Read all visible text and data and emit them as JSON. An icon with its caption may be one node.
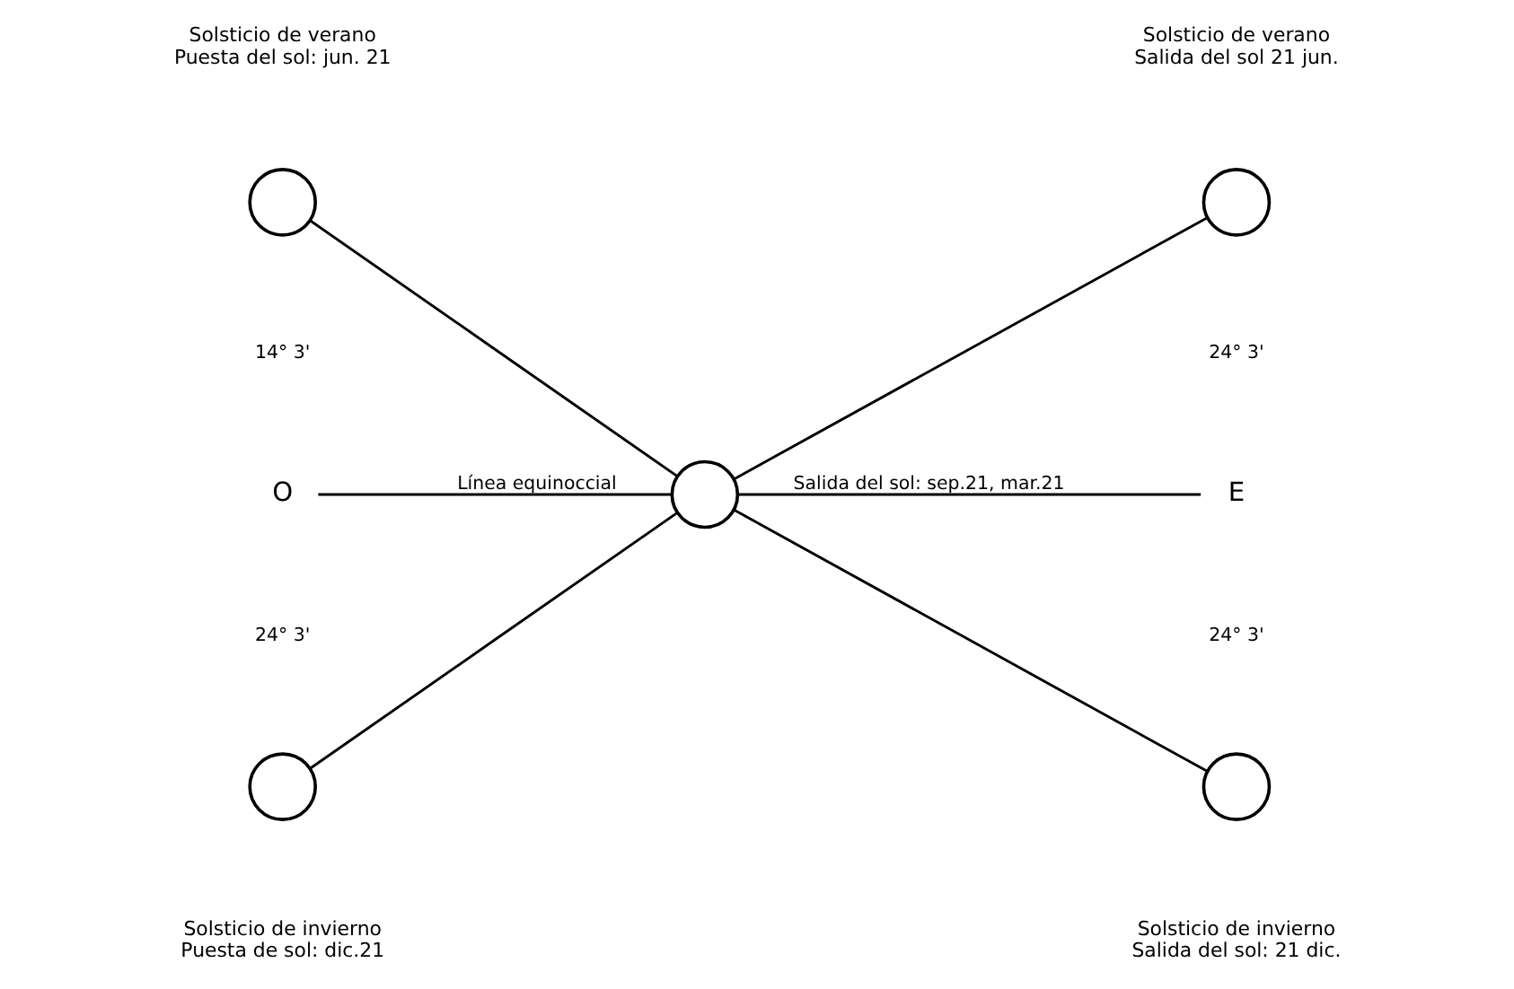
{
  "diagram": {
    "nodes": [
      {
        "text": [],
        "shape": "circle",
        "beside": [
          "Solsticio de verano",
          "Puesta del sol: jun. 21"
        ]
      },
      {
        "text": [],
        "shape": "circle",
        "beside": [
          "Solsticio de verano",
          "Salida del sol 21 jun."
        ]
      },
      {
        "text": [
          "O"
        ]
      },
      {
        "text": [],
        "shape": "circle"
      },
      {
        "text": [
          "E"
        ]
      },
      {
        "text": [],
        "shape": "circle",
        "beside": [
          "Solsticio de invierno",
          "Puesta de sol: dic.21"
        ]
      },
      {
        "text": [],
        "shape": "circle",
        "beside": [
          "Solsticio de invierno",
          "Salida del sol: 21 dic."
        ]
      }
    ],
    "edges": [
      {
        "from": 0,
        "to": 3,
        "arrow": "none"
      },
      {
        "from": 3,
        "to": 1,
        "arrow": "none"
      },
      {
        "from": 2,
        "to": 3,
        "arrow": "none",
        "label": "Línea equinoccial"
      },
      {
        "from": 3,
        "to": 4,
        "arrow": "none",
        "label": "Salida del sol: sep.21, mar.21"
      },
      {
        "from": 5,
        "to": 3,
        "arrow": "none"
      },
      {
        "from": 3,
        "to": 6,
        "arrow": "none"
      }
    ],
    "labels": [
      "14° 3'",
      "24° 3'",
      "24° 3'",
      "24° 3'"
    ]
  }
}
